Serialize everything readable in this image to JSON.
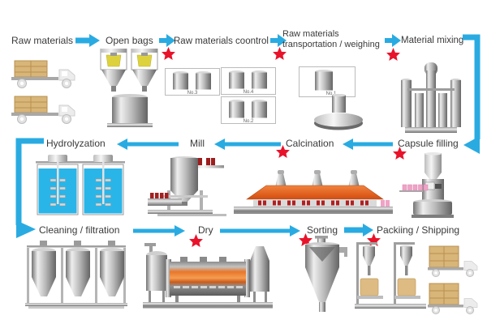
{
  "palette": {
    "arrow_blue": "#29ABE2",
    "star_red": "#E8132B",
    "label_text": "#3A3A3A",
    "liquid_blue": "#2AB5E8",
    "furnace_orange": "#E05F1D",
    "capsule_pink": "#F0A3C6",
    "cargo_tan": "#D8B579",
    "bag_yellow": "#DDD23E",
    "brick_red": "#9E1D1D"
  },
  "flow": {
    "row1": {
      "raw_materials": "Raw materials",
      "open_bags": "Open bags",
      "raw_materials_control": "Raw materials coontrol",
      "transportation_line1": "Raw materials",
      "transportation_line2": "transportation / weighing",
      "material_mixing": "Material mixing"
    },
    "row2": {
      "hydrolyzation": "Hydrolyzation",
      "mill": "Mill",
      "calcination": "Calcination",
      "capsule_filling": "Capsule filling"
    },
    "row3": {
      "cleaning_filtration": "Cleaning / filtration",
      "dry": "Dry",
      "sorting": "Sorting",
      "packing_shipping": "Packiing / Shipping"
    },
    "unit_labels": {
      "control_box_a": "No.3",
      "control_box_b": "No.4",
      "control_box_c": "No.2",
      "weighing_box": "No.1"
    }
  }
}
